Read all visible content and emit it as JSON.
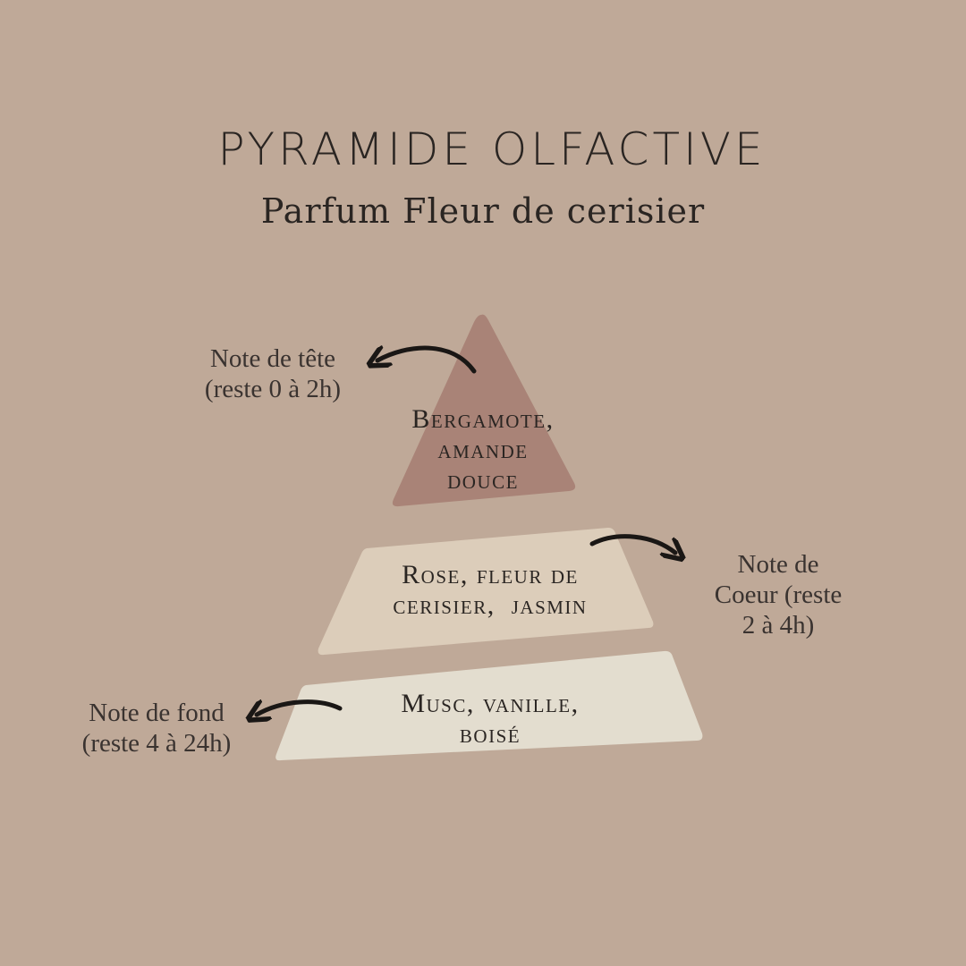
{
  "header": {
    "title": "PYRAMIDE OLFACTIVE",
    "subtitle": "Parfum Fleur de cerisier"
  },
  "pyramid": {
    "top": {
      "notes_lines": [
        "Bergamote,",
        "amande",
        "douce"
      ],
      "label_lines": [
        "Note de tête",
        "(reste 0 à 2h)"
      ],
      "color": "#a98377"
    },
    "middle": {
      "notes_lines": [
        "Rose, fleur de",
        "cerisier,  jasmin"
      ],
      "label_lines": [
        "Note de",
        "Coeur (reste",
        "2 à 4h)"
      ],
      "color": "#dccdba"
    },
    "bottom": {
      "notes_lines": [
        "Musc, vanille,",
        "boisé"
      ],
      "label_lines": [
        "Note de fond",
        "(reste 4 à 24h)"
      ],
      "color": "#e3ddcf"
    }
  },
  "colors": {
    "background": "#bfa998",
    "text": "#2a2522",
    "arrow": "#1a1715"
  }
}
